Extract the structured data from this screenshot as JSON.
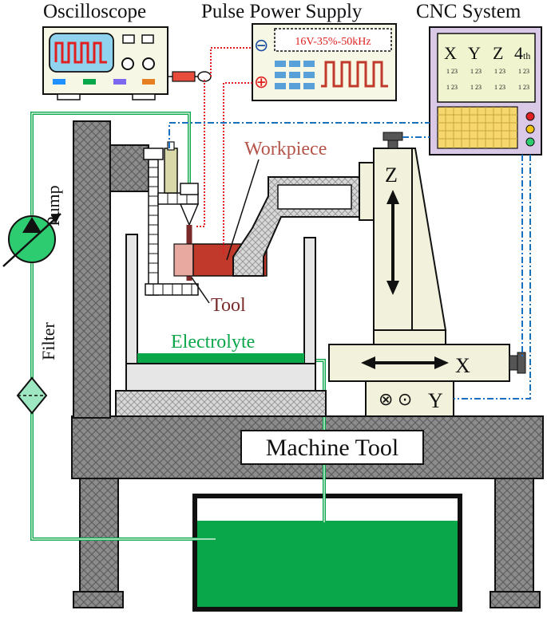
{
  "labels": {
    "oscilloscope": "Oscilloscope",
    "pulse_power_supply": "Pulse Power Supply",
    "cnc_system": "CNC System",
    "psu_display": "16V-35%-50kHz",
    "negative_terminal": "⊖",
    "positive_terminal": "⊕",
    "cnc_x": "X",
    "cnc_y": "Y",
    "cnc_z": "Z",
    "cnc_4th": "4",
    "cnc_4th_sub": "th",
    "cnc_readout": "1 23",
    "workpiece": "Workpiece",
    "pump": "Pump",
    "filter": "Filter",
    "tool": "Tool",
    "electrolyte": "Electrolyte",
    "axis_z": "Z",
    "axis_x": "X",
    "axis_y": "Y",
    "y_symbols": "⊗ ⊙",
    "machine_tool": "Machine Tool"
  },
  "colors": {
    "electrolyte": "#0aa64a",
    "workpiece": "#c0392b",
    "workpiece_label": "#b5554a",
    "tool": "#7a2a2a",
    "power_wire": "#e02020",
    "cnc_signal": "#1a6fbf",
    "machine_grey": "#8a8a8a",
    "stage_cream": "#f2f2dc",
    "cnc_case": "#d9c8e6",
    "keypad": "#f5d76e",
    "pump_fill": "#2ecc71"
  }
}
